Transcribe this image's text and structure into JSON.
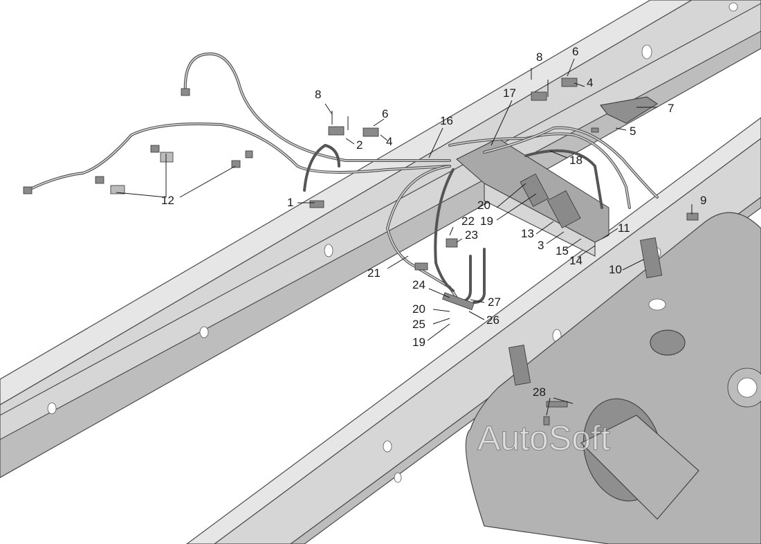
{
  "watermark": "AutoSoft",
  "callouts": {
    "c1": "1",
    "c2": "2",
    "c3": "3",
    "c4a": "4",
    "c4b": "4",
    "c5": "5",
    "c6a": "6",
    "c6b": "6",
    "c7": "7",
    "c8a": "8",
    "c8b": "8",
    "c9": "9",
    "c10": "10",
    "c11": "11",
    "c12": "12",
    "c13": "13",
    "c14": "14",
    "c15": "15",
    "c16": "16",
    "c17": "17",
    "c18": "18",
    "c19a": "19",
    "c19b": "19",
    "c20a": "20",
    "c20b": "20",
    "c21": "21",
    "c22": "22",
    "c23": "23",
    "c24": "24",
    "c25": "25",
    "c26": "26",
    "c27": "27",
    "c28": "28"
  },
  "colors": {
    "frame": "#d6d6d6",
    "pipe": "#555555",
    "tank": "#b3b3b3",
    "text": "#1a1a1a"
  }
}
